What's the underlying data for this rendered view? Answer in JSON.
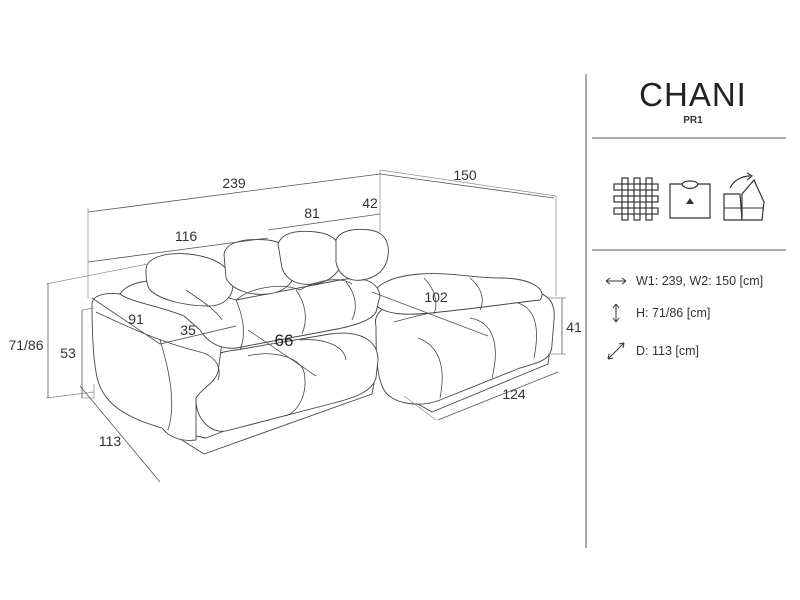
{
  "product": {
    "name": "CHANI",
    "code": "PR1"
  },
  "dimensions": {
    "total_width": "239",
    "chaise_depth_right": "150",
    "back_width": "116",
    "middle_back": "81",
    "corner_back": "42",
    "seat_depth": "91",
    "armrest": "35",
    "seat_width": "66",
    "chaise_length": "102",
    "height": "71/86",
    "seat_height": "53",
    "chaise_height": "41",
    "depth": "113",
    "chaise_width": "124"
  },
  "specs": [
    {
      "icon": "horizontal-arrow-icon",
      "text": "W1: 239, W2: 150 [cm]"
    },
    {
      "icon": "vertical-arrow-icon",
      "text": "H: 71/86 [cm]"
    },
    {
      "icon": "diagonal-arrow-icon",
      "text": "D: 113 [cm]"
    }
  ],
  "feature_icons": [
    "fabric-weave-icon",
    "storage-container-icon",
    "convertible-sofa-icon"
  ]
}
